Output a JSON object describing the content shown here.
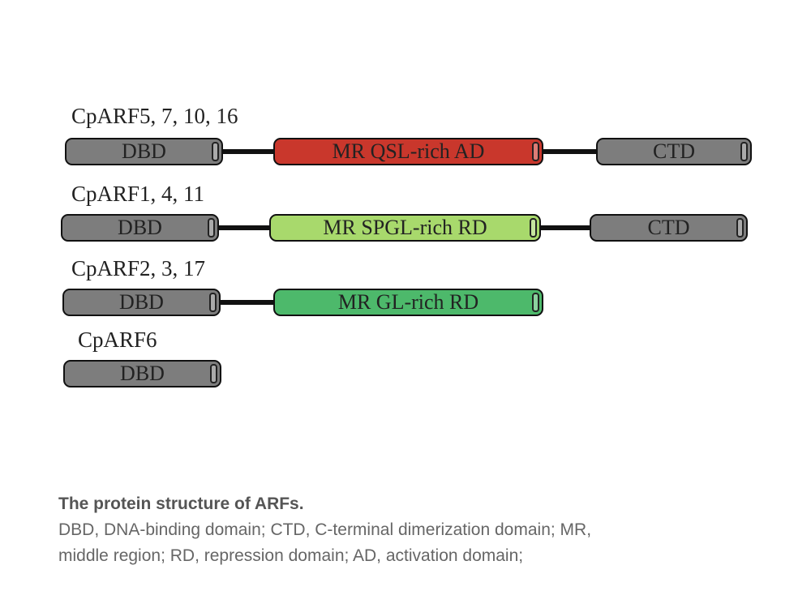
{
  "rows": [
    {
      "label": "CpARF5, 7, 10, 16",
      "segments": [
        "DBD",
        "MR QSL-rich AD",
        "CTD"
      ]
    },
    {
      "label": "CpARF1, 4, 11",
      "segments": [
        "DBD",
        "MR SPGL-rich RD",
        "CTD"
      ]
    },
    {
      "label": "CpARF2, 3, 17",
      "segments": [
        "DBD",
        "MR GL-rich RD"
      ]
    },
    {
      "label": "CpARF6",
      "segments": [
        "DBD"
      ]
    }
  ],
  "colors": {
    "dbd": "#7d7d7d",
    "ad": "#c9372c",
    "spgl_rd": "#a8d96c",
    "gl_rd": "#4db96b"
  },
  "caption": {
    "title": "The protein structure of ARFs.",
    "line1": "DBD, DNA-binding domain; CTD, C-terminal dimerization domain; MR,",
    "line2": "middle region; RD, repression domain; AD, activation domain;"
  }
}
